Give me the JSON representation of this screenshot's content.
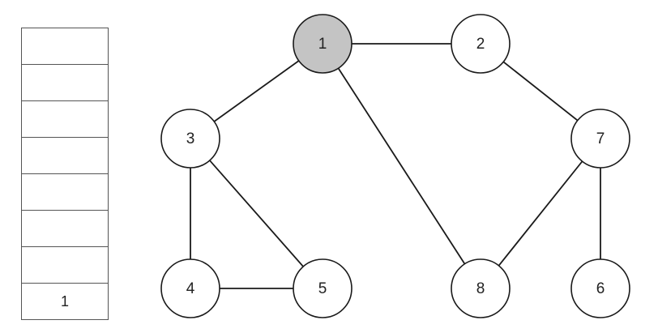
{
  "stack": {
    "cells": [
      "",
      "",
      "",
      "",
      "",
      "",
      "",
      "1"
    ]
  },
  "graph": {
    "nodes": [
      {
        "id": "1",
        "label": "1",
        "visited": true
      },
      {
        "id": "2",
        "label": "2",
        "visited": false
      },
      {
        "id": "3",
        "label": "3",
        "visited": false
      },
      {
        "id": "4",
        "label": "4",
        "visited": false
      },
      {
        "id": "5",
        "label": "5",
        "visited": false
      },
      {
        "id": "6",
        "label": "6",
        "visited": false
      },
      {
        "id": "7",
        "label": "7",
        "visited": false
      },
      {
        "id": "8",
        "label": "8",
        "visited": false
      }
    ],
    "edges": [
      [
        "1",
        "2"
      ],
      [
        "1",
        "3"
      ],
      [
        "1",
        "8"
      ],
      [
        "2",
        "7"
      ],
      [
        "7",
        "8"
      ],
      [
        "7",
        "6"
      ],
      [
        "3",
        "4"
      ],
      [
        "3",
        "5"
      ],
      [
        "4",
        "5"
      ]
    ]
  },
  "colors": {
    "visited_fill": "#c4c4c4",
    "unvisited_fill": "#ffffff"
  }
}
